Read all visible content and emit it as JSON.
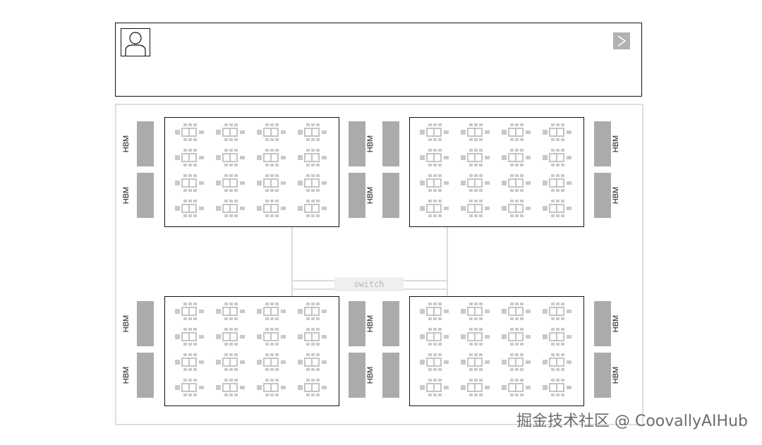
{
  "prompt": {
    "avatar_icon": "user-avatar-icon",
    "send_icon": "chevron-right-icon",
    "send_label": ">"
  },
  "diagram": {
    "switch_label": "switch",
    "hbm_label": "HBM",
    "chips": [
      {
        "cores": 16
      },
      {
        "cores": 16
      },
      {
        "cores": 16
      },
      {
        "cores": 16
      }
    ]
  },
  "watermark": "掘金技术社区 @ CoovallyAIHub"
}
